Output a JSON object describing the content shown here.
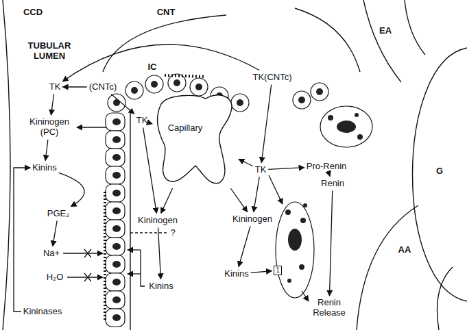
{
  "diagram": {
    "nodes": [
      {
        "text": [
          "TK"
        ]
      },
      {
        "text": [
          "(CNTc)"
        ]
      },
      {
        "text": [
          "TK(CNTc)"
        ]
      },
      {
        "text": [
          "Kininogen (PC)"
        ]
      },
      {
        "text": [
          "TK"
        ]
      },
      {
        "text": [
          "Capillary"
        ]
      },
      {
        "text": [
          "Kinins"
        ]
      },
      {
        "text": [
          "TK"
        ]
      },
      {
        "text": [
          "Pro-Renin"
        ]
      },
      {
        "text": [
          "Renin"
        ]
      },
      {
        "text": [
          "PGE₂"
        ]
      },
      {
        "text": [
          "Kininogen"
        ]
      },
      {
        "text": [
          "Kininogen"
        ]
      },
      {
        "text": [
          "Na+"
        ]
      },
      {
        "text": [
          "H₂O"
        ]
      },
      {
        "text": [
          "Kinins"
        ]
      },
      {
        "text": [
          "Kinins"
        ]
      },
      {
        "text": [
          "1"
        ]
      },
      {
        "text": [
          "Renin Release"
        ]
      },
      {
        "text": [
          "Kininases"
        ]
      }
    ],
    "edges": [
      {
        "from": 2,
        "to": 0,
        "arrow": "to"
      },
      {
        "from": 1,
        "to": 0,
        "arrow": "to"
      },
      {
        "from": 1,
        "to": 4,
        "arrow": "to"
      },
      {
        "from": 0,
        "to": 3,
        "arrow": "to"
      },
      {
        "from": 3,
        "to": 6,
        "arrow": "to"
      },
      {
        "from": 6,
        "to": 10,
        "arrow": "to"
      },
      {
        "from": 10,
        "to": 13,
        "arrow": "to"
      },
      {
        "from": 19,
        "to": 6,
        "arrow": "to"
      },
      {
        "from": 4,
        "to": 5,
        "arrow": "to"
      },
      {
        "from": 4,
        "to": 11,
        "arrow": "to"
      },
      {
        "from": 5,
        "to": 11,
        "arrow": "to"
      },
      {
        "from": 11,
        "to": 15,
        "arrow": "to"
      },
      {
        "from": 2,
        "to": 7,
        "arrow": "to"
      },
      {
        "from": 7,
        "to": 5,
        "arrow": "to"
      },
      {
        "from": 7,
        "to": 12,
        "arrow": "to"
      },
      {
        "from": 5,
        "to": 12,
        "arrow": "to"
      },
      {
        "from": 12,
        "to": 16,
        "arrow": "to"
      },
      {
        "from": 16,
        "to": 17,
        "arrow": "to"
      },
      {
        "from": 7,
        "to": 8,
        "arrow": "to"
      },
      {
        "from": 8,
        "to": 9,
        "arrow": "to"
      },
      {
        "from": 9,
        "to": 18,
        "arrow": "to"
      }
    ],
    "labels": [
      "CCD",
      "CNT",
      "TUBULAR LUMEN",
      "IC",
      "EA",
      "G",
      "AA",
      "?"
    ]
  }
}
